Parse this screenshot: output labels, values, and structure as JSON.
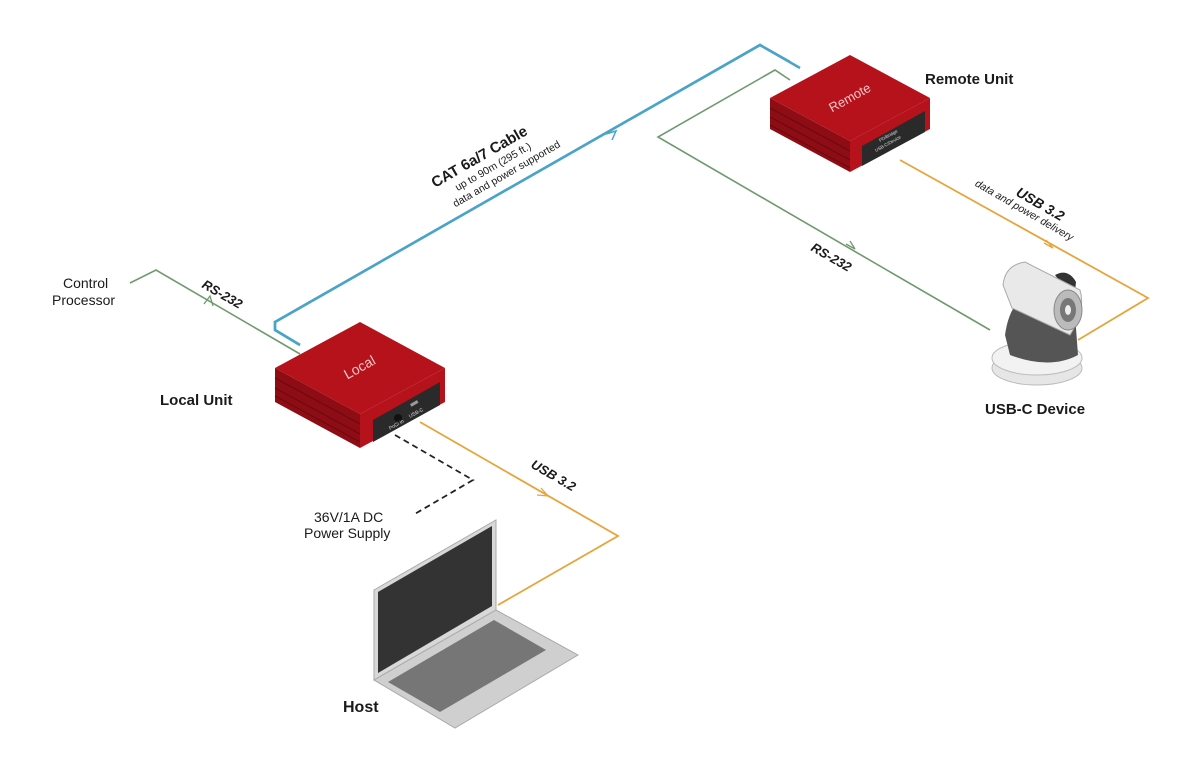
{
  "diagram": {
    "devices": {
      "local_unit": {
        "label": "Local Unit",
        "face_text": "Local",
        "port_labels": [
          "PoCi In",
          "USB-C"
        ]
      },
      "remote_unit": {
        "label": "Remote Unit",
        "face_text": "Remote",
        "port_labels": [
          "PD/Bridge",
          "USB-C/Device"
        ]
      },
      "host": {
        "label": "Host"
      },
      "usb_c_device": {
        "label": "USB-C Device"
      },
      "control_processor": {
        "label_line1": "Control",
        "label_line2": "Processor"
      },
      "power_supply": {
        "label_line1": "36V/1A DC",
        "label_line2": "Power Supply"
      }
    },
    "connections": {
      "cat_cable": {
        "title": "CAT 6a/7 Cable",
        "line1": "up to 90m (295 ft.)",
        "line2": "data and power supported",
        "color": "#4aa3c8"
      },
      "rs232_local": {
        "title": "RS-232",
        "color": "#6e9a6e"
      },
      "rs232_remote": {
        "title": "RS-232",
        "color": "#6e9a6e"
      },
      "usb_local": {
        "title": "USB 3.2",
        "color": "#e8a43a"
      },
      "usb_remote": {
        "title": "USB 3.2",
        "subtitle": "data and power delivery",
        "color": "#e8a43a"
      },
      "power_line": {
        "color": "#222222"
      }
    },
    "colors": {
      "unit_red": "#b5121b",
      "unit_dark": "#7d0b12",
      "unit_face": "#2a2a2a"
    }
  }
}
